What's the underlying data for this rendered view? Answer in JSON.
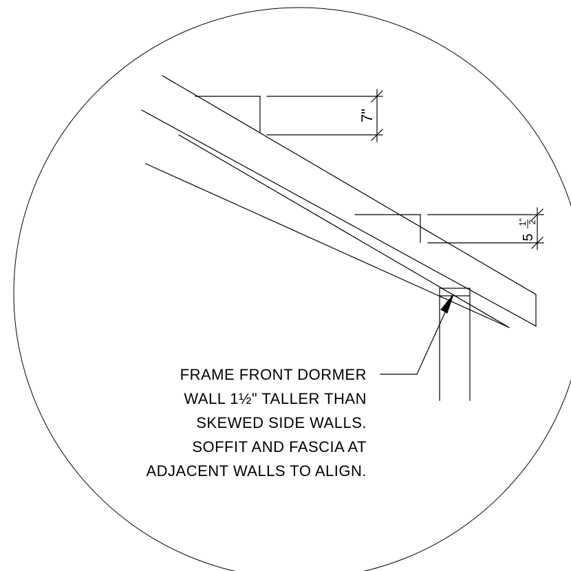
{
  "detail": {
    "dimensions": {
      "upper": "7\"",
      "lower_whole": "5",
      "lower_num": "1\"",
      "lower_den": "2"
    },
    "note_lines": [
      "FRAME FRONT DORMER",
      "WALL 1½\" TALLER THAN",
      "SKEWED SIDE WALLS.",
      "SOFFIT AND FASCIA AT",
      "ADJACENT WALLS TO ALIGN."
    ]
  }
}
